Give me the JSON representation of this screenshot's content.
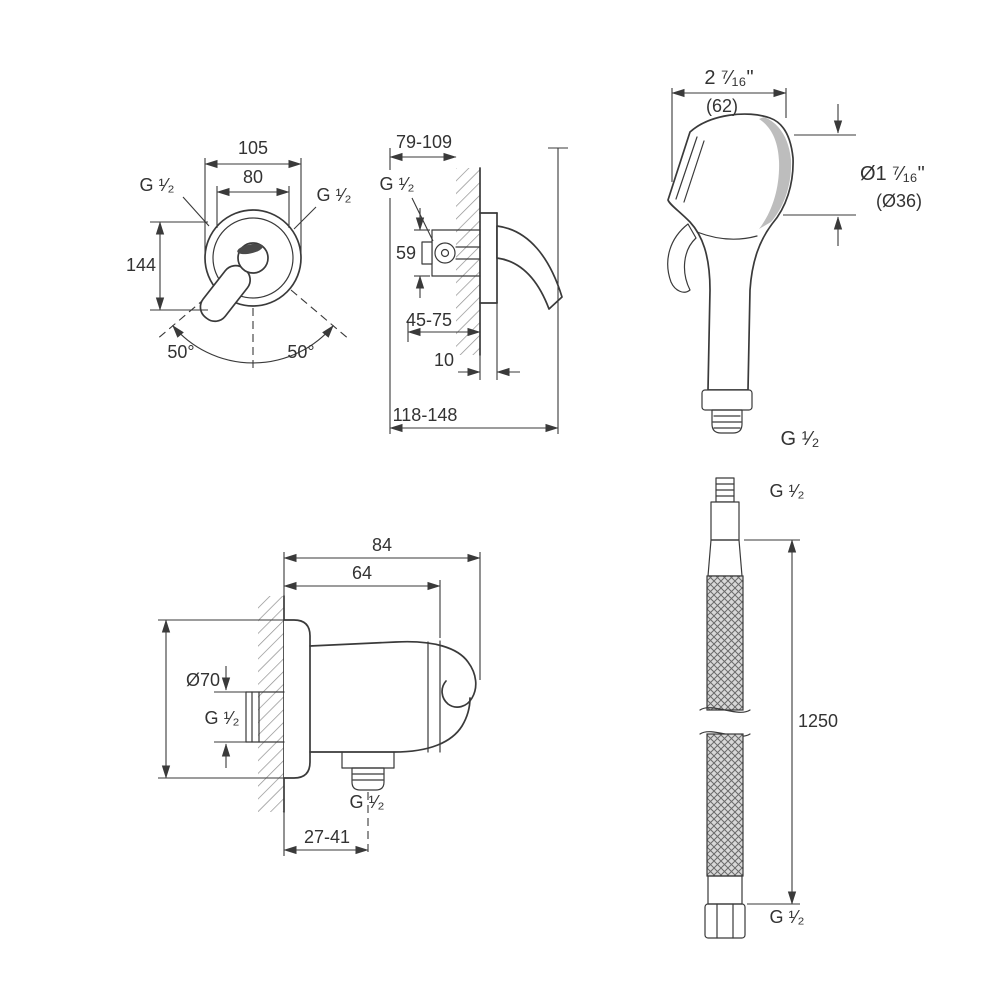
{
  "drawing": {
    "views": {
      "mixer_front": {
        "dims": {
          "width": "105",
          "handle_width": "80",
          "thread_left": "G ¹⁄₂",
          "thread_right": "G ¹⁄₂",
          "height": "144",
          "swing_left": "50°",
          "swing_right": "50°"
        }
      },
      "mixer_side": {
        "dims": {
          "install_depth": "79-109",
          "thread": "G ¹⁄₂",
          "body_height": "59",
          "rough_in": "45-75",
          "plate_depth": "10",
          "total_depth": "118-148"
        }
      },
      "hand_spray": {
        "dims": {
          "width_in": "2 ⁷⁄₁₆\"",
          "width_mm": "(62)",
          "diameter_in": "Ø1 ⁷⁄₁₆\"",
          "diameter_mm": "(Ø36)",
          "thread": "G ¹⁄₂"
        }
      },
      "wall_holder": {
        "dims": {
          "depth_total": "84",
          "depth_body": "64",
          "flange_diameter": "Ø70",
          "thread_inlet": "G ¹⁄₂",
          "thread_outlet": "G ¹⁄₂",
          "outlet_offset": "27-41"
        }
      },
      "hose": {
        "dims": {
          "thread_top": "G ¹⁄₂",
          "length": "1250",
          "thread_bottom": "G ¹⁄₂"
        }
      }
    },
    "colors": {
      "line": "#3a3a3a",
      "metal_gray": "#bdbdbd",
      "dark_gray": "#4a4a4a",
      "hatch": "#8f8f8f",
      "braid_bg": "#d8d8d8"
    }
  }
}
